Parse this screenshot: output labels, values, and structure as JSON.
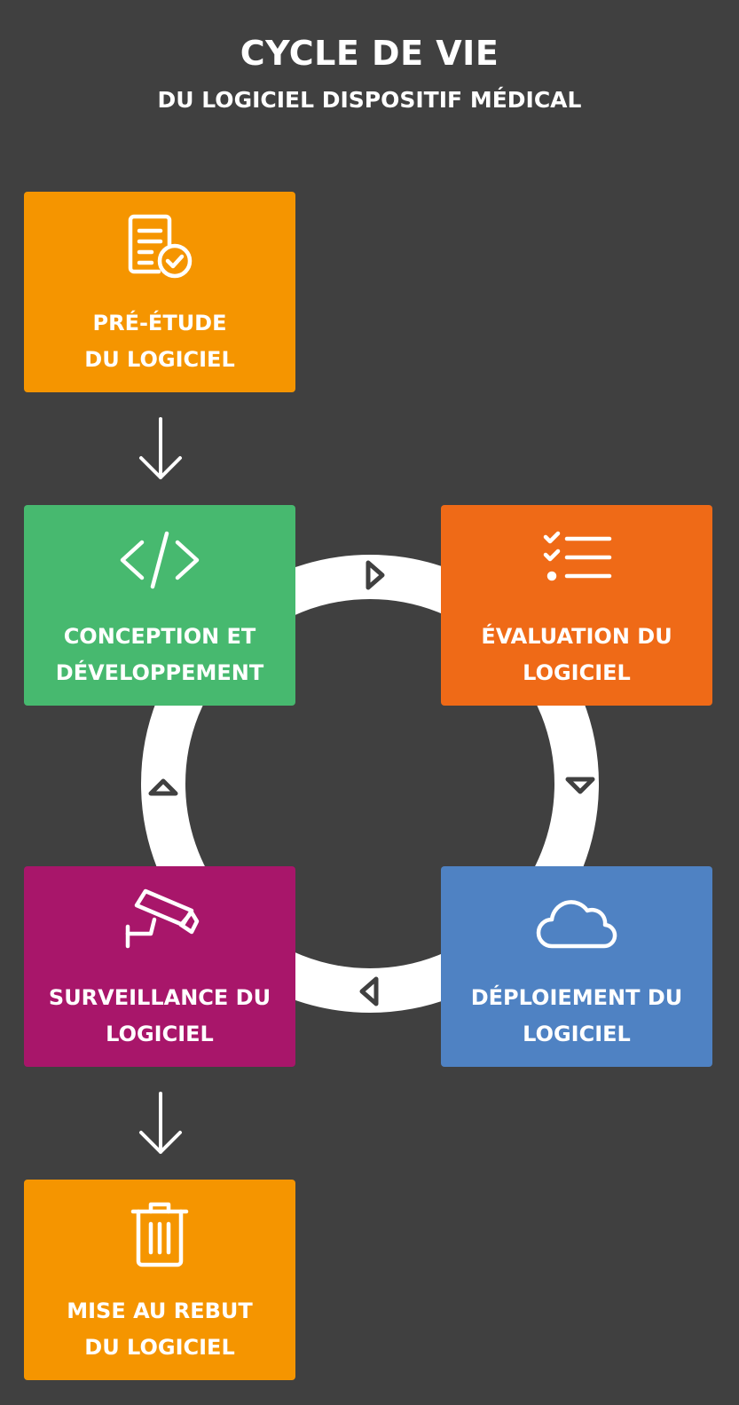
{
  "header": {
    "title": "CYCLE DE VIE",
    "subtitle": "DU LOGICIEL DISPOSITIF MÉDICAL"
  },
  "steps": [
    {
      "line1": "PRÉ-ÉTUDE",
      "line2": "DU LOGICIEL",
      "color": "#F59500",
      "icon": "document-check-icon"
    },
    {
      "line1": "CONCEPTION ET",
      "line2": "DÉVELOPPEMENT",
      "color": "#47B96F",
      "icon": "code-icon"
    },
    {
      "line1": "ÉVALUATION DU",
      "line2": "LOGICIEL",
      "color": "#EF6A17",
      "icon": "checklist-icon"
    },
    {
      "line1": "DÉPLOIEMENT DU",
      "line2": "LOGICIEL",
      "color": "#4F82C3",
      "icon": "cloud-icon"
    },
    {
      "line1": "SURVEILLANCE DU",
      "line2": "LOGICIEL",
      "color": "#A8166A",
      "icon": "security-camera-icon"
    },
    {
      "line1": "MISE AU REBUT",
      "line2": "DU LOGICIEL",
      "color": "#F59500",
      "icon": "trash-icon"
    }
  ],
  "colors": {
    "background": "#404040",
    "ring": "#FFFFFF",
    "text": "#FFFFFF"
  }
}
